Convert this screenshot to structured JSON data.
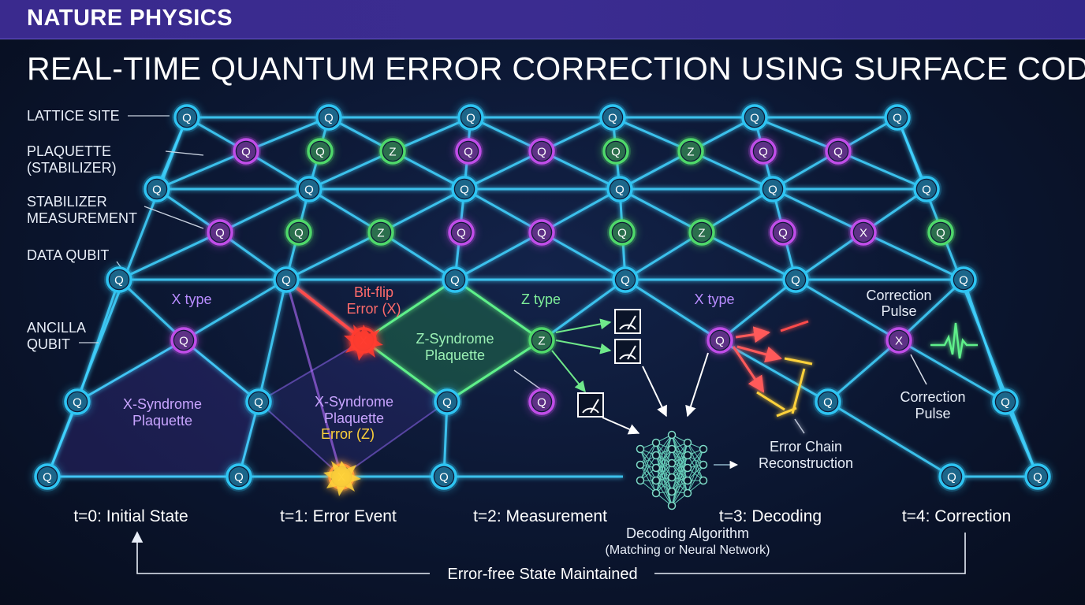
{
  "header": {
    "journal": "NATURE PHYSICS",
    "title": "REAL-TIME QUANTUM ERROR CORRECTION USING SURFACE CODE"
  },
  "legend": {
    "lattice_site": "LATTICE SITE",
    "plaquette_line1": "PLAQUETTE",
    "plaquette_line2": "(STABILIZER)",
    "stab_line1": "STABILIZER",
    "stab_line2": "MEASUREMENT",
    "data_qubit": "DATA QUBIT",
    "ancilla_line1": "ANCILLA",
    "ancilla_line2": "QUBIT"
  },
  "node_labels": {
    "q": "Q",
    "z": "Z",
    "x": "X"
  },
  "annotations": {
    "x_type_left": "X type",
    "bitflip_line1": "Bit-flip",
    "bitflip_line2": "Error (X)",
    "z_type": "Z type",
    "x_type_right": "X type",
    "correction_top_line1": "Correction",
    "correction_top_line2": "Pulse",
    "z_syndrome_line1": "Z-Syndrome",
    "z_syndrome_line2": "Plaquette",
    "x_syndrome_left_line1": "X-Syndrome",
    "x_syndrome_left_line2": "Plaquette",
    "x_syndrome_mid_line1": "X-Syndrome",
    "x_syndrome_mid_line2": "Plaquette",
    "error_z": "Error (Z)",
    "correction_bottom_line1": "Correction",
    "correction_bottom_line2": "Pulse",
    "error_chain_line1": "Error Chain",
    "error_chain_line2": "Reconstruction",
    "decoding_alg_line1": "Decoding Algorithm",
    "decoding_alg_line2": "(Matching or Neural Network)"
  },
  "timeline": {
    "t0": "t=0: Initial State",
    "t1": "t=1: Error Event",
    "t2": "t=2: Measurement",
    "t3": "t=3: Decoding",
    "t4": "t=4: Correction",
    "loop": "Error-free State Maintained"
  },
  "colors": {
    "data_qubit": "#2ec4f2",
    "ancilla_purple": "#c04de8",
    "ancilla_green": "#4fd86a",
    "error_red": "#ff3b30",
    "error_yellow": "#ffd23a",
    "lattice_line": "#3fd2ff",
    "header_bar": "#3a2a8e"
  }
}
